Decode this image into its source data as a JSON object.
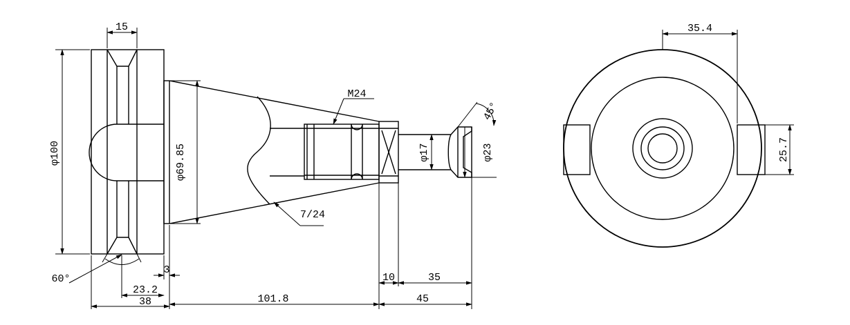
{
  "side_view": {
    "flange_width": "15",
    "flange_diameter": "φ100",
    "taper_diameter": "φ69.85",
    "thread": "M24",
    "taper_ratio": "7/24",
    "stud_diameter": "φ17",
    "head_diameter": "φ23",
    "chamfer_angle": "45°",
    "groove_angle": "60°",
    "flange_offset": "3",
    "gauge_distance": "23.2",
    "flange_length": "38",
    "taper_length": "101.8",
    "collar_length": "10",
    "stud_length": "35",
    "retention_length": "45"
  },
  "end_view": {
    "key_offset": "35.4",
    "key_width": "25.7"
  },
  "colors": {
    "line": "#000000",
    "background": "#ffffff"
  }
}
